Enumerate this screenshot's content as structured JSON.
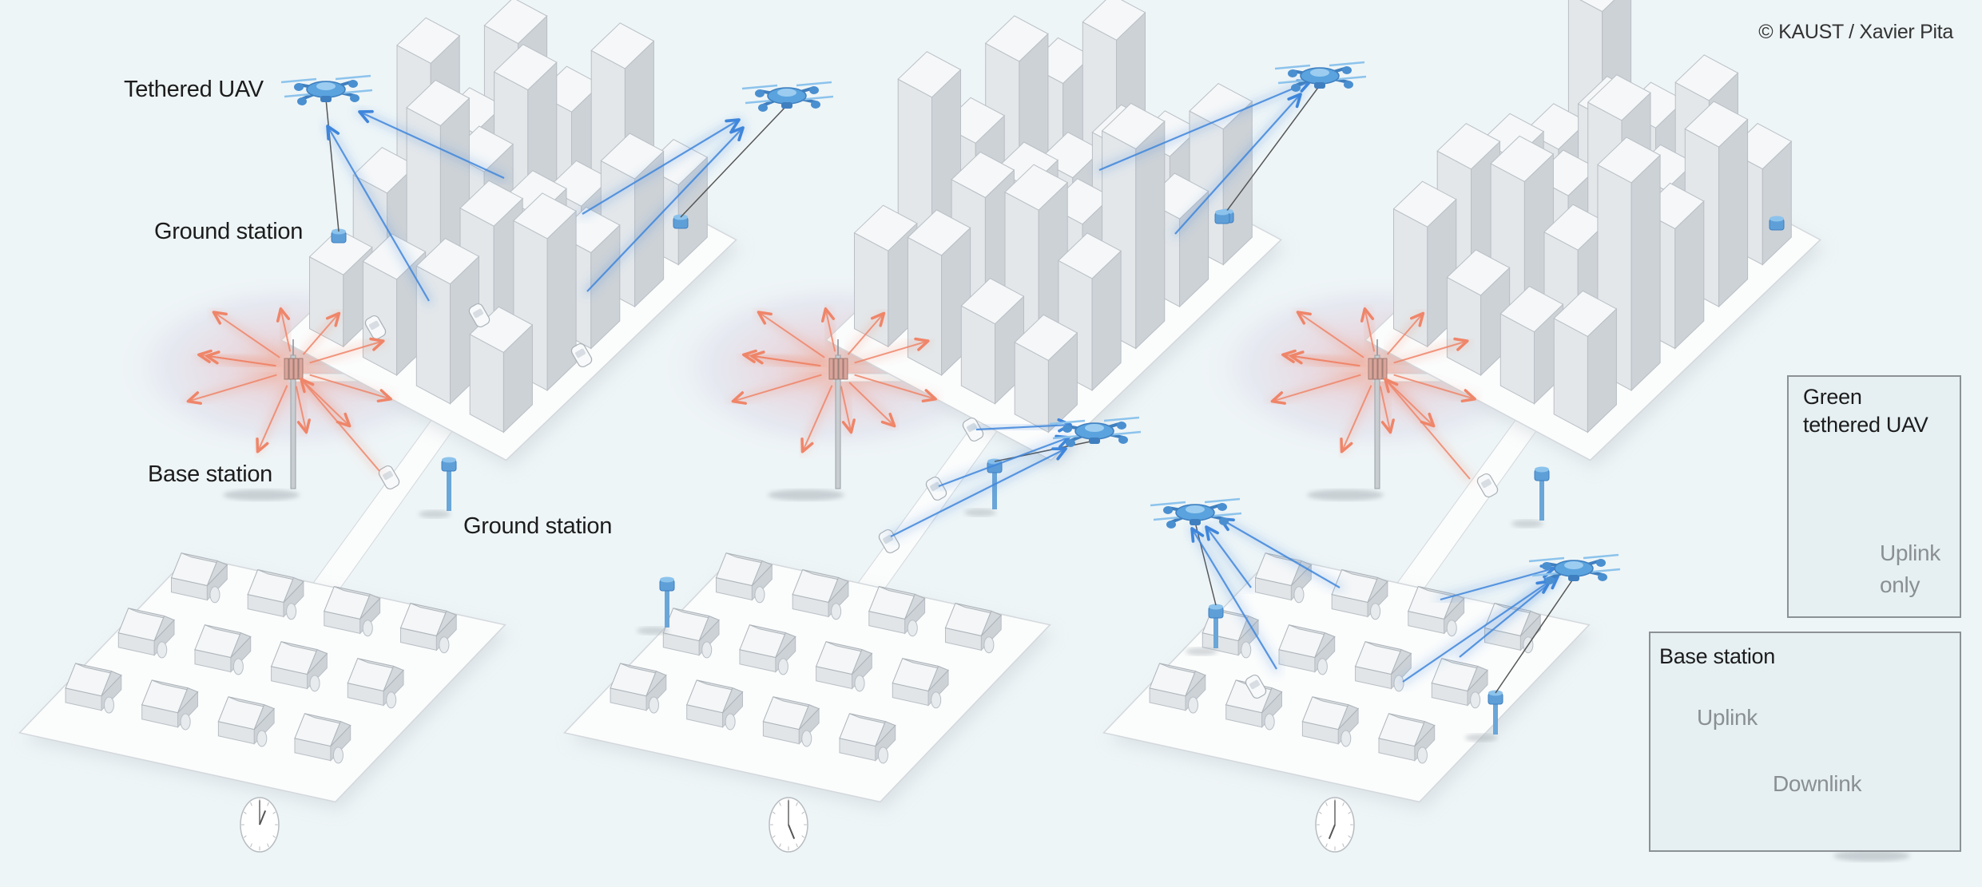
{
  "copyright": "© KAUST / Xavier Pita",
  "labels": {
    "tethered_uav": "Tethered UAV",
    "ground_station_roof": "Ground station",
    "base_station": "Base station",
    "ground_station_street": "Ground station"
  },
  "inset_uav": {
    "title_line1": "Green",
    "title_line2": "tethered UAV",
    "note_line1": "Uplink",
    "note_line2": "only"
  },
  "inset_base": {
    "title": "Base station",
    "uplink": "Uplink",
    "downlink": "Downlink"
  },
  "clocks": [
    {
      "scene": 1,
      "hour": 1,
      "minute": 0
    },
    {
      "scene": 2,
      "hour": 5,
      "minute": 0
    },
    {
      "scene": 3,
      "hour": 7,
      "minute": 0
    }
  ],
  "colors": {
    "background": "#eef5f7",
    "uav_blue": "#5aa3de",
    "link_blue": "#3f86db",
    "base_red": "#ef8569",
    "building": "#e3e7ea"
  }
}
